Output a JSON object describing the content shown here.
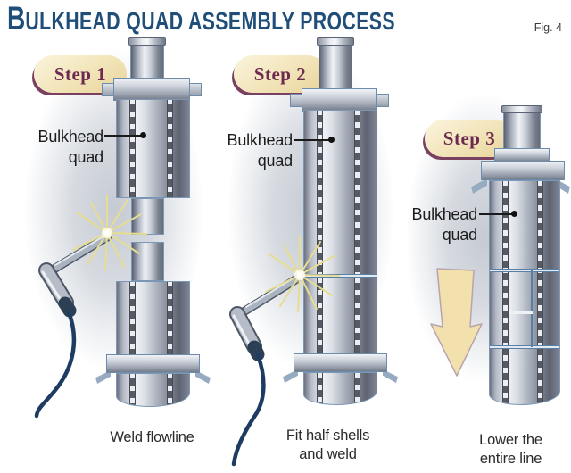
{
  "header": {
    "title_initial": "B",
    "title_rest": "ULKHEAD QUAD ASSEMBLY PROCESS",
    "figure_label": "Fig. 4"
  },
  "steps": [
    {
      "badge": "Step 1",
      "part_label": "Bulkhead\nquad",
      "caption": "Weld flowline"
    },
    {
      "badge": "Step 2",
      "part_label": "Bulkhead\nquad",
      "caption": "Fit half shells\nand weld"
    },
    {
      "badge": "Step 3",
      "part_label": "Bulkhead\nquad",
      "caption": "Lower the\nentire line"
    }
  ],
  "icons": {
    "welding_torch": "angled-welding-torch-with-cable",
    "weld_sparks": "radiating-spark-burst",
    "down_arrow": "large-tan-down-arrow",
    "label_pointer": "leader-line-with-dot"
  },
  "colors": {
    "title": "#1f4e79",
    "badge_fill": "#f2e4b8",
    "badge_text": "#6d2a50",
    "badge_shadow": "#7a4060",
    "pipe_outline": "#7b97b5",
    "spark_yellow": "#e7dd90",
    "cable_navy": "#1e3c61",
    "arrow_fill": "#f2e1ac",
    "text": "#2b2b2b"
  }
}
